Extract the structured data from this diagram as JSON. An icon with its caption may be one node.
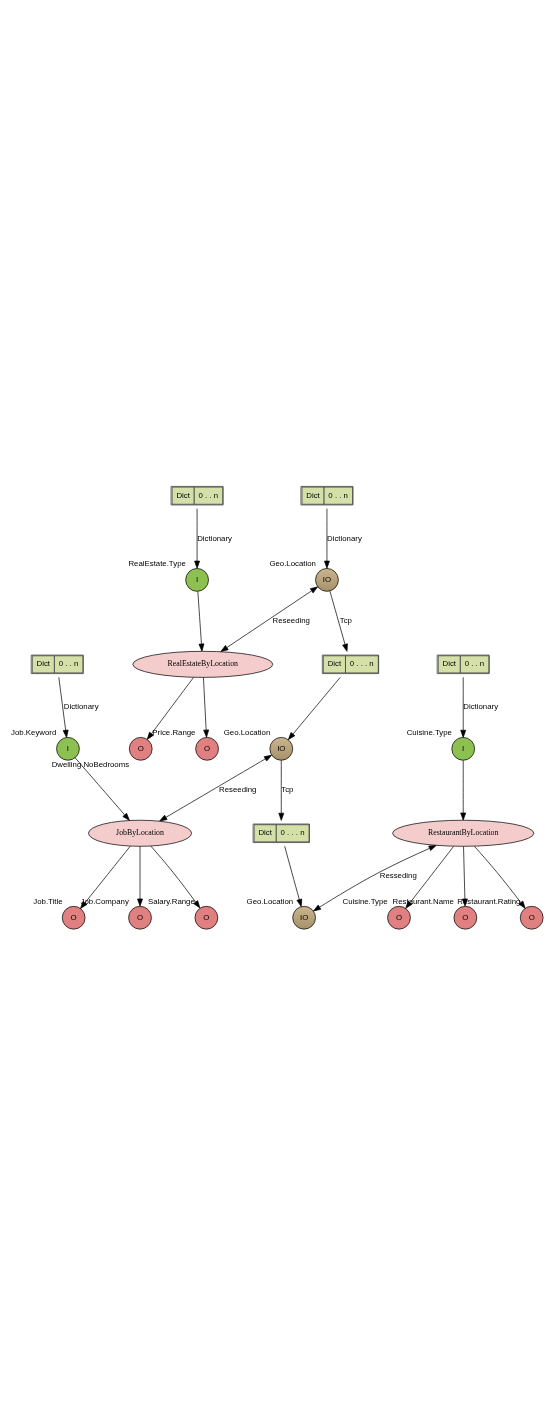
{
  "diagram": {
    "nodes": [
      {
        "text": [
          "RestaurantByLocation"
        ]
      },
      {
        "text": [
          "O"
        ],
        "beside": [
          "Cuisine.Type"
        ]
      },
      {
        "text": [
          "O"
        ],
        "beside": [
          "Restaurant.Name"
        ]
      },
      {
        "text": [
          "O"
        ],
        "beside": [
          "Restaurant.Rating"
        ]
      },
      {
        "text": [
          "Dict",
          "0 . . n"
        ]
      },
      {
        "text": [
          "I"
        ],
        "beside": [
          "Cuisine.Type"
        ]
      },
      {
        "text": [
          "IO"
        ],
        "beside": [
          "Geo.Location"
        ]
      },
      {
        "text": [
          "Dict",
          "0 . . . n"
        ]
      },
      {
        "text": [
          "JobByLocation"
        ]
      },
      {
        "text": [
          "O"
        ],
        "beside": [
          "Job.Title"
        ]
      },
      {
        "text": [
          "O"
        ],
        "beside": [
          "Job.Company"
        ]
      },
      {
        "text": [
          "O"
        ],
        "beside": [
          "Salary.Range"
        ]
      },
      {
        "text": [
          "I"
        ],
        "beside": [
          "Job.Keyword"
        ]
      },
      {
        "text": [
          "Dict",
          "0 . . n"
        ]
      },
      {
        "text": [
          "IO"
        ],
        "beside": [
          "Geo.Location"
        ]
      },
      {
        "text": [
          "Dict",
          "0 . . n"
        ]
      },
      {
        "text": [
          "RealEstateByLocation"
        ]
      },
      {
        "text": [
          "O"
        ],
        "beside": [
          "Dwelling.NoBedrooms"
        ]
      },
      {
        "text": [
          "O"
        ],
        "beside": [
          "Price.Range"
        ]
      },
      {
        "text": [
          "I"
        ],
        "beside": [
          "RealEstate.Type"
        ]
      },
      {
        "text": [
          "Dict",
          "0 . . n"
        ]
      },
      {
        "text": [
          "IO"
        ],
        "beside": [
          "Geo.Location"
        ]
      },
      {
        "text": [
          "Dict",
          "0 . . . n"
        ]
      }
    ],
    "edges": [
      {
        "from": 0,
        "to": 1,
        "arrow": "to"
      },
      {
        "from": 0,
        "to": 2,
        "arrow": "to"
      },
      {
        "from": 0,
        "to": 3,
        "arrow": "to"
      },
      {
        "from": 0,
        "to": 6,
        "arrow": "both",
        "label": "Resseding"
      },
      {
        "from": 5,
        "to": 0,
        "arrow": "to"
      },
      {
        "from": 4,
        "to": 5,
        "arrow": "to",
        "label": "Dictionary"
      },
      {
        "from": 7,
        "to": 6,
        "arrow": "to"
      },
      {
        "from": 8,
        "to": 9,
        "arrow": "to"
      },
      {
        "from": 8,
        "to": 10,
        "arrow": "to"
      },
      {
        "from": 8,
        "to": 11,
        "arrow": "to"
      },
      {
        "from": 12,
        "to": 8,
        "arrow": "to"
      },
      {
        "from": 13,
        "to": 12,
        "arrow": "to",
        "label": "Dictionary"
      },
      {
        "from": 14,
        "to": 8,
        "arrow": "both",
        "label": "Reseeding"
      },
      {
        "from": 14,
        "to": 7,
        "arrow": "to",
        "label": "Tcp"
      },
      {
        "from": 15,
        "to": 21,
        "arrow": "to",
        "label": "Dictionary"
      },
      {
        "from": 16,
        "to": 17,
        "arrow": "to"
      },
      {
        "from": 16,
        "to": 18,
        "arrow": "to"
      },
      {
        "from": 19,
        "to": 16,
        "arrow": "to"
      },
      {
        "from": 20,
        "to": 19,
        "arrow": "to",
        "label": "Dictionary"
      },
      {
        "from": 21,
        "to": 16,
        "arrow": "both",
        "label": "Reseeding"
      },
      {
        "from": 21,
        "to": 22,
        "arrow": "to",
        "label": "Tcp"
      },
      {
        "from": 22,
        "to": 14,
        "arrow": "to"
      }
    ]
  }
}
